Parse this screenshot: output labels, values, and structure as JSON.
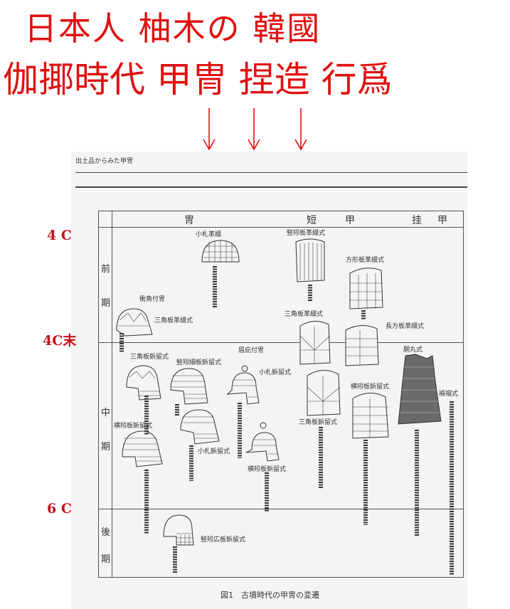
{
  "headline": {
    "line1": "日本人 柚木の 韓國",
    "line2": "伽揶時代 甲冑 捏造 行爲",
    "color": "#e01010"
  },
  "arrows": [
    "arrow-1",
    "arrow-2",
    "arrow-3"
  ],
  "document": {
    "running_head": "出土品からみた甲冑",
    "caption": "図1　古墳時代の甲冑の変遷"
  },
  "period_markers": {
    "color": "#c0141c",
    "items": [
      "4 C",
      "4C末",
      "6 C"
    ]
  },
  "table": {
    "columns": [
      "冑",
      "短　　甲",
      "挂　甲"
    ],
    "phases": [
      {
        "chars": [
          "前",
          "期"
        ]
      },
      {
        "chars": [
          "中",
          "期"
        ]
      },
      {
        "chars": [
          "後",
          "期"
        ]
      }
    ]
  },
  "labels": {
    "kozane_kawatoji": "小札革綴",
    "shokaku_tsuki_kabuto": "衝角付冑",
    "sankaku_kawatoji_helmet": "三角板革綴式",
    "tate_kawatoji": "竪矧板革綴式",
    "hokei_kawatoji": "方形板革綴式",
    "sankaku_kawatoji_armor": "三角板革綴式",
    "chohokei_kawatoji": "長方板革綴式",
    "mabizashi_tsuki_kabuto": "眉庇付冑",
    "sankaku_byodome_helmet": "三角板鋲留式",
    "tate_hosoita_byodome": "竪矧細板鋲留式",
    "kozane_byodome_1": "小札鋲留式",
    "yoko_byodome_helmet": "横矧板鋲留式",
    "kozane_byodome_2": "小札鋲留式",
    "yoko_byodome_helmet_2": "横矧板鋲留式",
    "domaru": "胴丸式",
    "ryoto": "裲襠式",
    "yoko_byodome_armor": "横矧板鋲留式",
    "sankaku_byodome_armor": "三角板鋲留式",
    "tate_hiroita_byodome": "竪矧広板鋲留式"
  }
}
